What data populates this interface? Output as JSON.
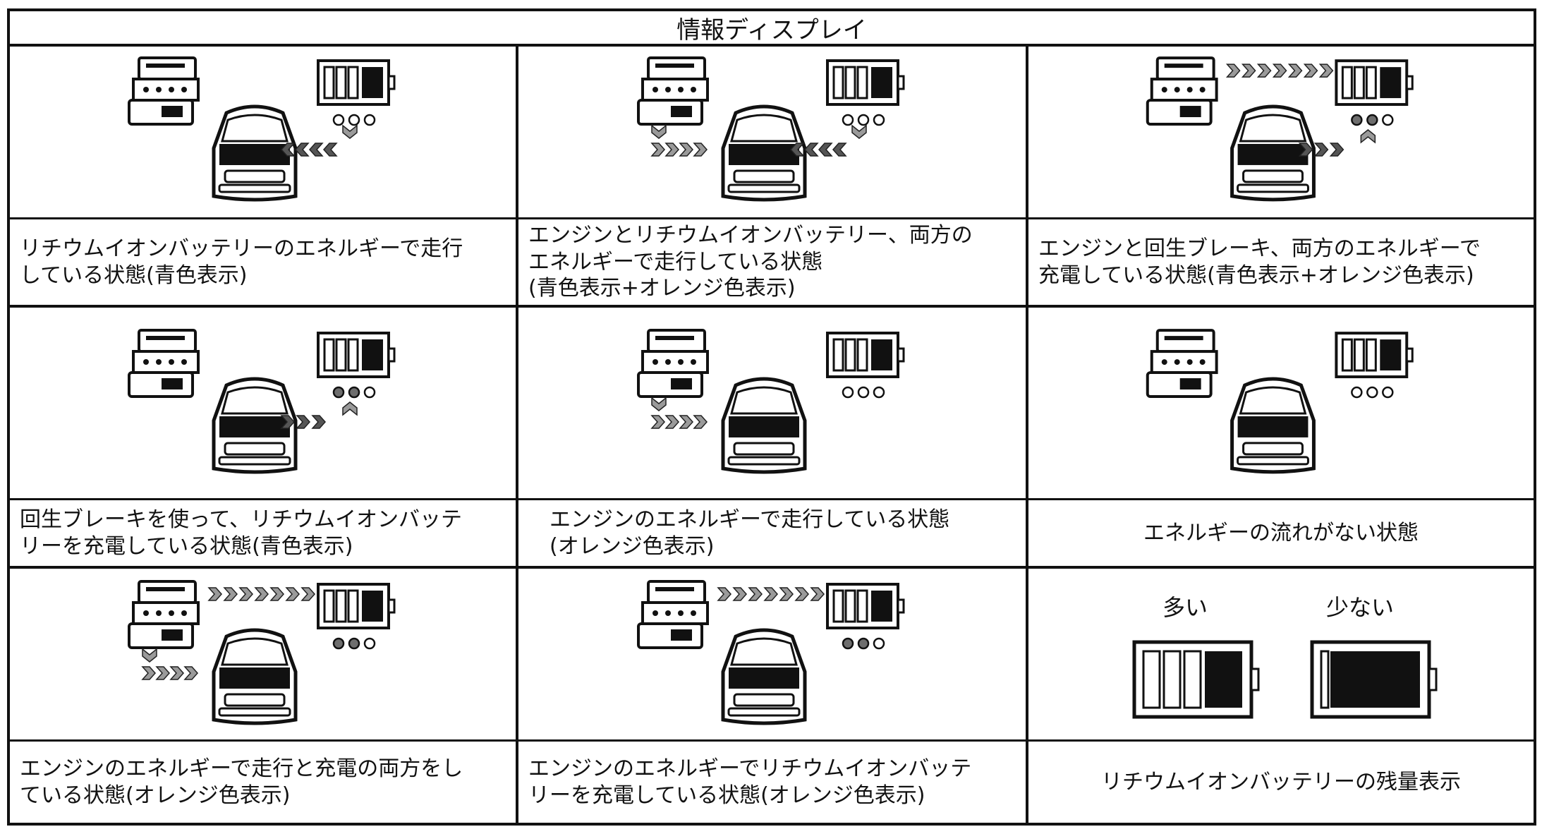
{
  "title": "情報ディスプレイ",
  "colors": {
    "line": "#111111",
    "arrow_gray": "#9a9a9a",
    "arrow_dark": "#555555",
    "dot": "#6e6e6e"
  },
  "cells": [
    {
      "caption": "リチウムイオンバッテリーのエネルギーで走行\nしている状態(青色表示)"
    },
    {
      "caption": "エンジンとリチウムイオンバッテリー、両方の\nエネルギーで走行している状態\n(青色表示+オレンジ色表示)"
    },
    {
      "caption": "エンジンと回生ブレーキ、両方のエネルギーで\n充電している状態(青色表示+オレンジ色表示)"
    },
    {
      "caption": "回生ブレーキを使って、リチウムイオンバッテ\nリーを充電している状態(青色表示)"
    },
    {
      "caption": "エンジンのエネルギーで走行している状態\n(オレンジ色表示)"
    },
    {
      "caption": "エネルギーの流れがない状態"
    },
    {
      "caption": "エンジンのエネルギーで走行と充電の両方をし\nている状態(オレンジ色表示)"
    },
    {
      "caption": "エンジンのエネルギーでリチウムイオンバッテ\nリーを充電している状態(オレンジ色表示)"
    },
    {
      "caption": "リチウムイオンバッテリーの残量表示",
      "label_high": "多い",
      "label_low": "少ない"
    }
  ]
}
